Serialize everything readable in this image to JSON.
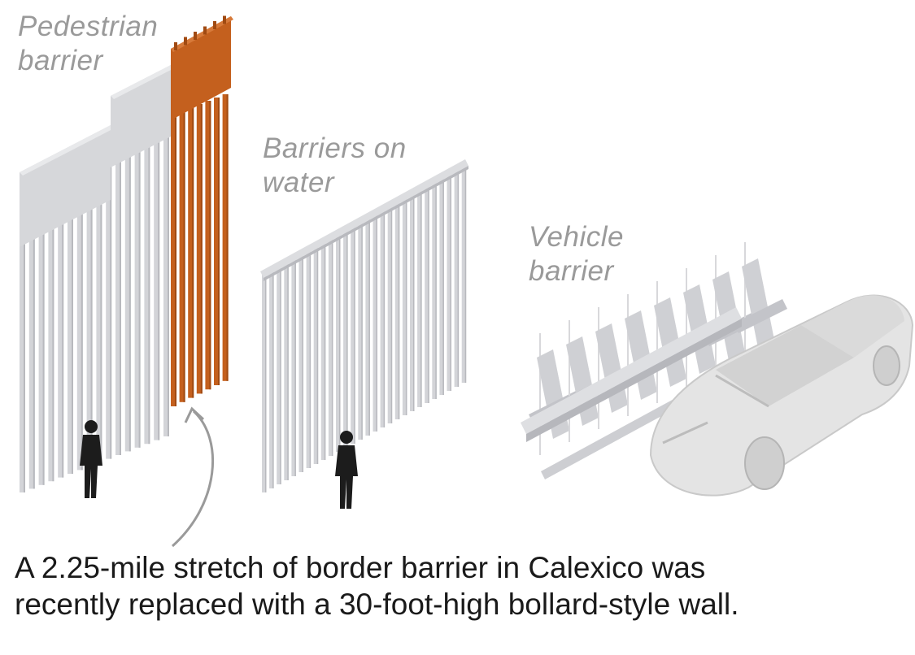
{
  "labels": {
    "pedestrian": [
      "Pedestrian",
      "barrier"
    ],
    "water": [
      "Barriers on",
      "water"
    ],
    "vehicle": [
      "Vehicle",
      "barrier"
    ]
  },
  "caption": [
    "A 2.25-mile stretch of border barrier in Calexico was",
    "recently replaced with a 30-foot-high bollard-style wall."
  ],
  "colors": {
    "bollard": "#d3d4d8",
    "bollard_shade": "#b8b9be",
    "panel": "#d6d7da",
    "highlight": "#c4601e",
    "highlight_shade": "#a04a12",
    "silhouette": "#1c1c1c",
    "car": "#e4e4e4",
    "label": "#9a9a9a",
    "arrow": "#9a9a9a"
  },
  "icons": [
    "person-silhouette-icon",
    "car-icon",
    "curved-arrow-icon"
  ]
}
